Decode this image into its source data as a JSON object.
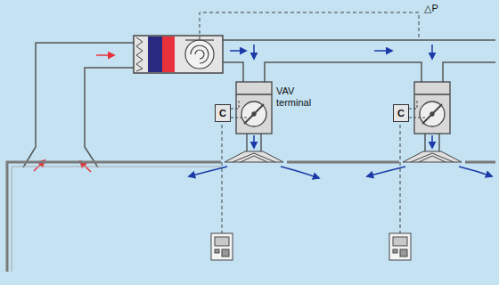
{
  "diagram": {
    "nodes": [
      {
        "text": [
          "C"
        ]
      },
      {
        "text": [
          "C"
        ]
      }
    ],
    "labels": [
      "△P",
      "VAV terminal"
    ]
  }
}
